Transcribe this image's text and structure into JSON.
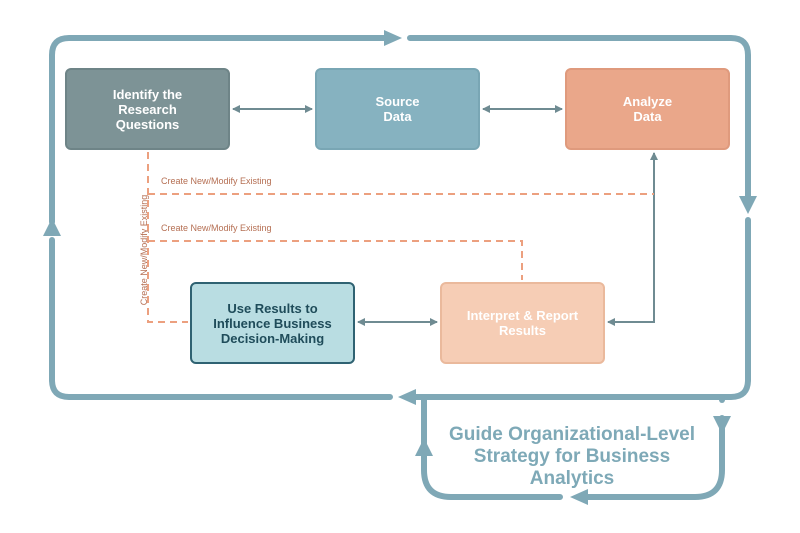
{
  "nodes": {
    "identify": "Identify the\nResearch\nQuestions",
    "source": "Source\nData",
    "analyze": "Analyze\nData",
    "use_results": "Use Results to\nInfluence Business\nDecision-Making",
    "interpret": "Interpret & Report\nResults"
  },
  "dashed_labels": {
    "top": "Create New/Modify Existing",
    "middle": "Create New/Modify Existing",
    "vertical": "Create New/Modify Existing"
  },
  "guide_text": "Guide Organizational-Level\nStrategy for Business Analytics",
  "colors": {
    "loop": "#7fa8b6",
    "connector": "#6f8b92",
    "dashed": "#eca07f"
  }
}
